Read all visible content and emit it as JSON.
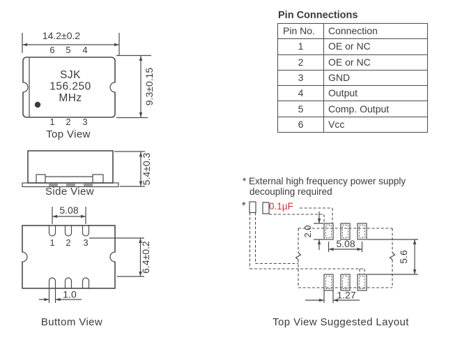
{
  "colors": {
    "line": "#4a4a4a",
    "text": "#3b3b3b",
    "red": "#c4343a",
    "pad_gray": "#9b9b9b"
  },
  "top_view": {
    "label": "Top View",
    "width_dim": "14.2±0.2",
    "height_dim": "9.3±0.15",
    "pins_top": [
      "6",
      "5",
      "4"
    ],
    "pins_bottom": [
      "1",
      "2",
      "3"
    ],
    "marking": {
      "line1": "SJK",
      "line2": "156.250",
      "line3": "MHz"
    }
  },
  "side_view": {
    "label": "Side View",
    "height_dim": "5.4±0.3"
  },
  "bottom_view": {
    "label": "Buttom View",
    "pins": [
      "1",
      "2",
      "3"
    ],
    "pin_span_dim": "5.08",
    "pad_span_dim": "6.4±0.2",
    "pad_width_dim": "1.0"
  },
  "pin_table": {
    "title": "Pin Connections",
    "headers": [
      "Pin No.",
      "Connection"
    ],
    "rows": [
      [
        "1",
        "OE or NC"
      ],
      [
        "2",
        "OE or NC"
      ],
      [
        "3",
        "GND"
      ],
      [
        "4",
        "Output"
      ],
      [
        "5",
        "Comp. Output"
      ],
      [
        "6",
        "Vcc"
      ]
    ]
  },
  "layout": {
    "label": "Top View Suggested Layout",
    "note_line1": "* External high frequency power supply",
    "note_line2": "decoupling required",
    "asterisk": "*",
    "cap_value": "0.1µF",
    "pad_height_dim": "2.0",
    "pad_span_dim": "5.08",
    "row_gap_dim": "5.6",
    "pad_width_dim": "1.27"
  }
}
